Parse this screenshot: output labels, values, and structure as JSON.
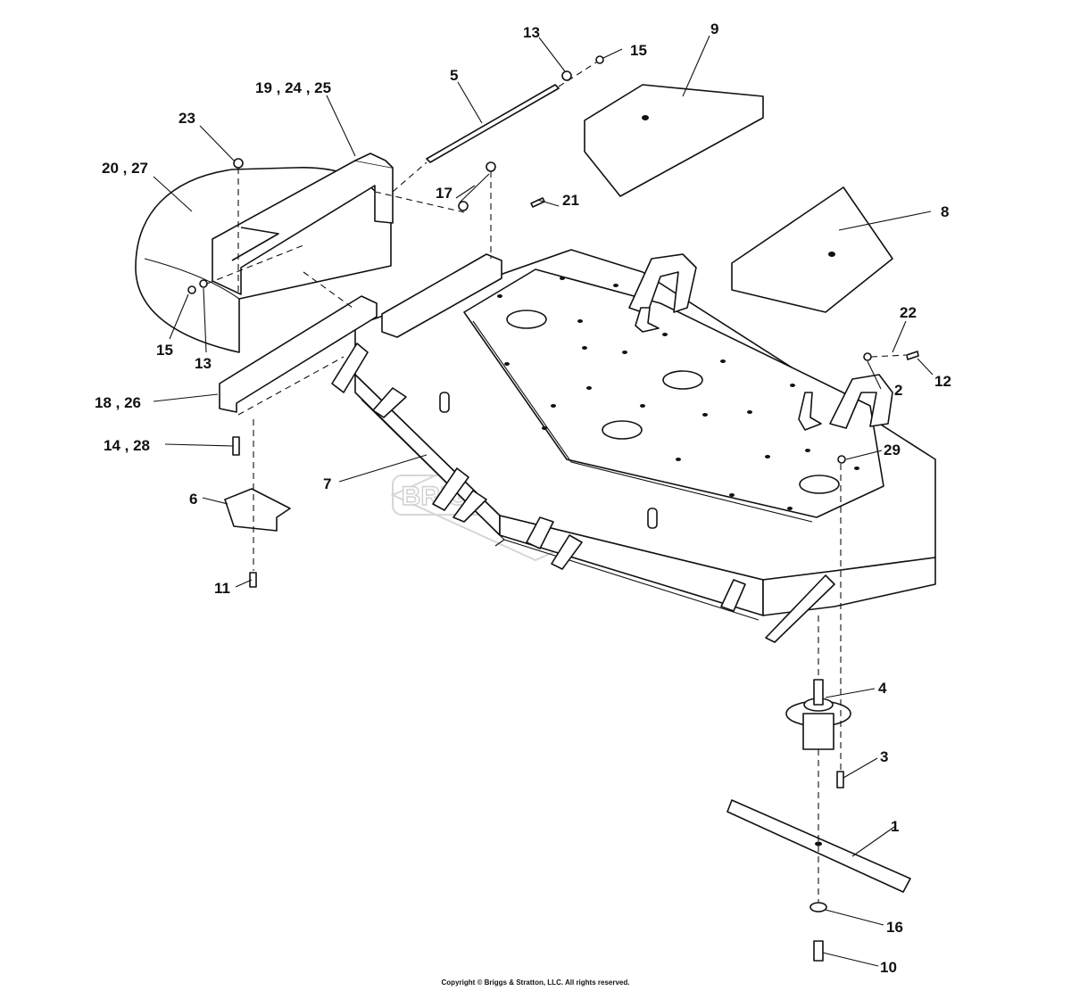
{
  "watermark": "BRIGGS&STRATTON",
  "copyright": "Copyright © Briggs & Stratton, LLC. All rights reserved.",
  "callouts": {
    "c1": "1",
    "c2": "2",
    "c3": "3",
    "c4": "4",
    "c5": "5",
    "c6": "6",
    "c7": "7",
    "c8": "8",
    "c9": "9",
    "c10": "10",
    "c11": "11",
    "c12": "12",
    "c13a": "13",
    "c13b": "13",
    "c14_28": "14 , 28",
    "c15a": "15",
    "c15b": "15",
    "c16": "16",
    "c17": "17",
    "c18_26": "18 , 26",
    "c19_24_25": "19 , 24 , 25",
    "c20_27": "20 , 27",
    "c21": "21",
    "c22": "22",
    "c23": "23",
    "c29": "29"
  }
}
